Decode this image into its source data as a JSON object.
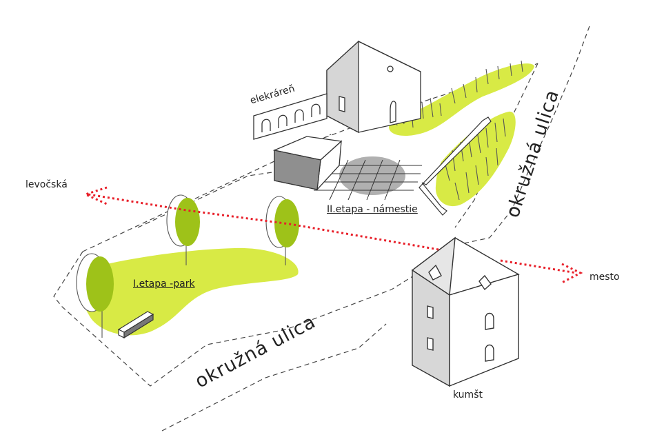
{
  "labels": {
    "elektraren": "elekráreň",
    "levocska": "levočská",
    "etapa2": "II.etapa - námestie",
    "etapa1": "I.etapa -park",
    "mesto": "mesto",
    "kumst": "kumšt",
    "okruzna_left": "okružná  ulica",
    "okruzna_right": "okružná  ulica"
  },
  "colors": {
    "park_green": "#d5e83c",
    "path_red": "#e8202a",
    "line_gray": "#555555"
  }
}
